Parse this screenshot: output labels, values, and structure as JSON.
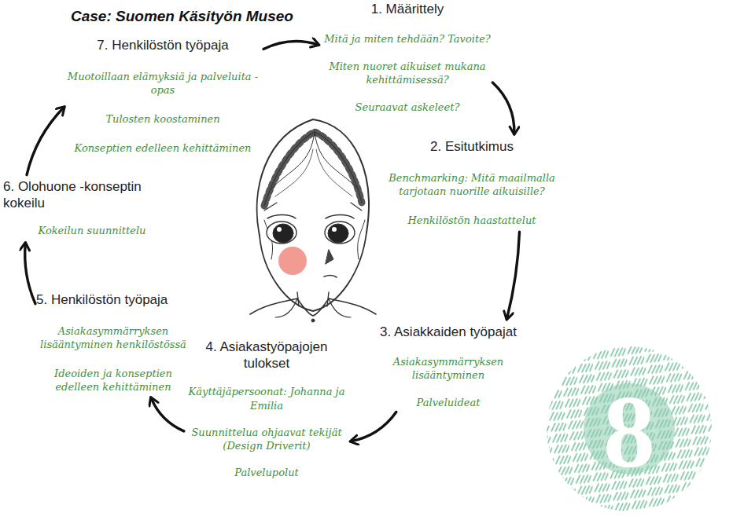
{
  "diagram": {
    "title": "Case: Suomen Käsityön Museo",
    "nodes": [
      {
        "text": [
          "1. Määrittely",
          "Mitä ja miten tehdään? Tavoite?",
          "Miten nuoret aikuiset mukana kehittämisessä?",
          "Seuraavat askeleet?"
        ]
      },
      {
        "text": [
          "2. Esitutkimus",
          "Benchmarking: Mitä maailmalla tarjotaan nuorille aikuisille?",
          "Henkilöstön haastattelut"
        ]
      },
      {
        "text": [
          "3. Asiakkaiden työpajat",
          "Asiakasymmärryksen lisääntyminen",
          "Palveluideat"
        ]
      },
      {
        "text": [
          "4. Asiakastyöpajojen tulokset",
          "Käyttäjäpersoonat: Johanna ja Emilia",
          "Suunnittelua ohjaavat tekijät (Design Driverit)",
          "Palvelupolut"
        ]
      },
      {
        "text": [
          "5. Henkilöstön työpaja",
          "Asiakasymmärryksen lisääntyminen henkilöstössä",
          "Ideoiden ja konseptien edelleen kehittäminen"
        ]
      },
      {
        "text": [
          "6. Olohuone -konseptin kokeilu",
          "Kokeilun suunnittelu"
        ]
      },
      {
        "text": [
          "7. Henkilöstön työpaja",
          "Muotoillaan elämyksiä ja palveluita -opas",
          "Tulosten koostaminen",
          "Konseptien edelleen kehittäminen"
        ]
      }
    ],
    "edges": [
      {
        "from": 6,
        "to": 0,
        "arrow": "to"
      },
      {
        "from": 0,
        "to": 1,
        "arrow": "to"
      },
      {
        "from": 1,
        "to": 2,
        "arrow": "to"
      },
      {
        "from": 2,
        "to": 3,
        "arrow": "to"
      },
      {
        "from": 3,
        "to": 4,
        "arrow": "to"
      },
      {
        "from": 4,
        "to": 5,
        "arrow": "to"
      },
      {
        "from": 5,
        "to": 6,
        "arrow": "to"
      }
    ],
    "labels": [
      "8"
    ]
  }
}
